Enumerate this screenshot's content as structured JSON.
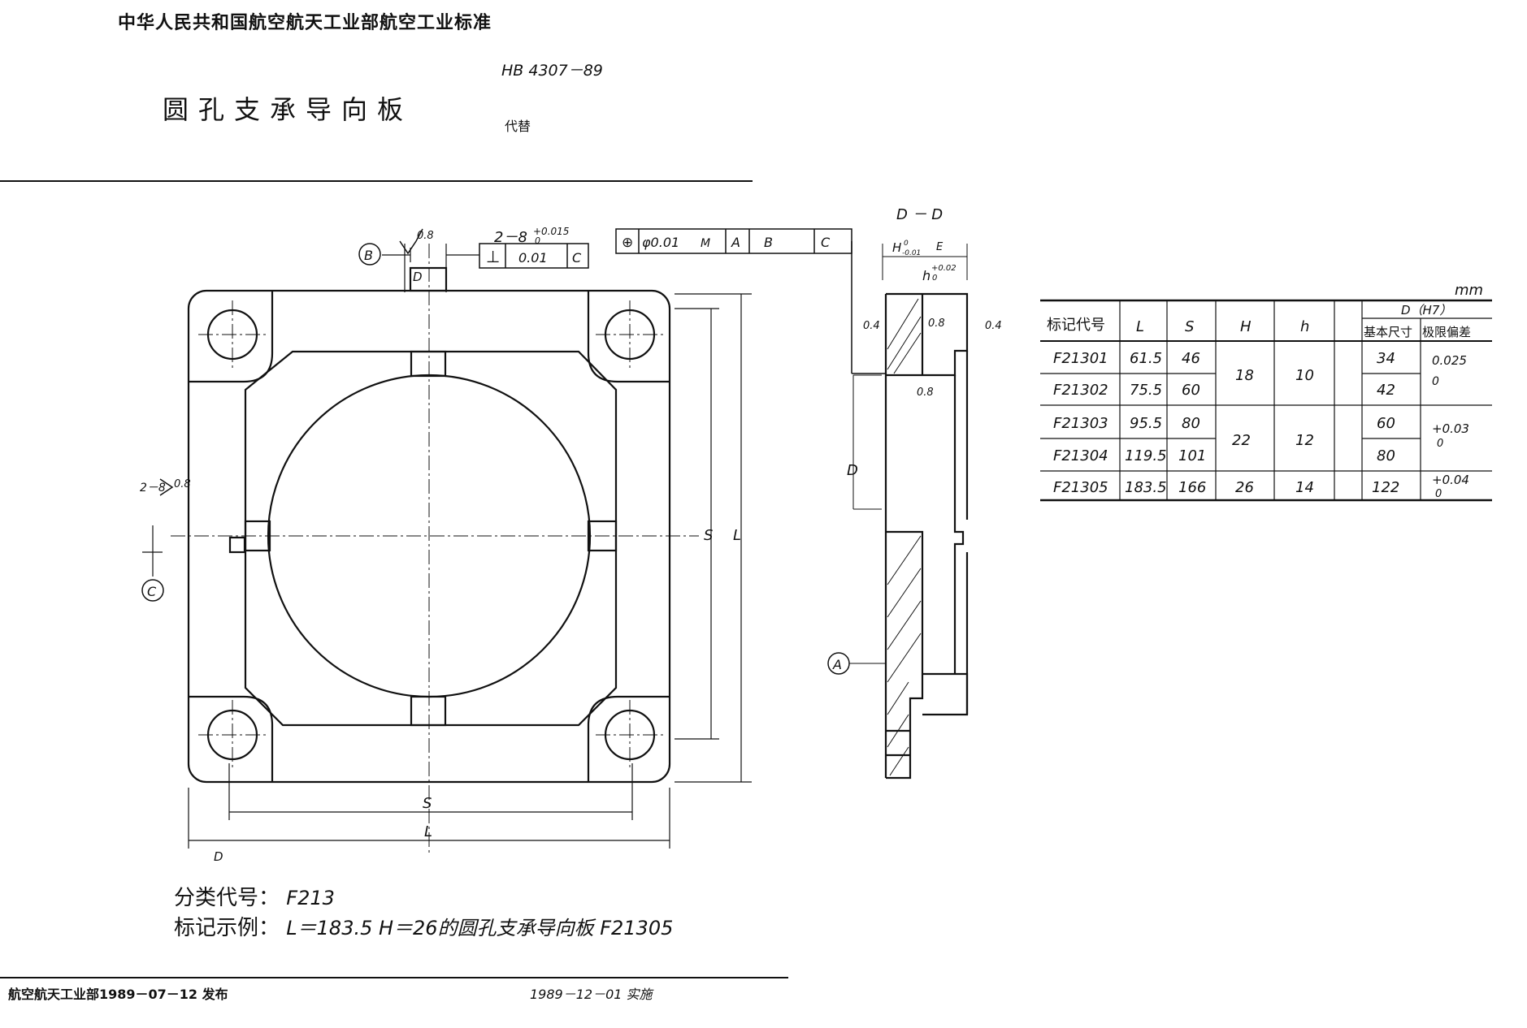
{
  "header": {
    "org": "中华人民共和国航空航天工业部航空工业标准",
    "standard_code": "HB 4307－89",
    "title": "圆孔支承导向板",
    "replaces": "代替"
  },
  "drawing": {
    "datum_b": "B",
    "datum_c": "C",
    "datum_a": "A",
    "roughness_08": "0.8",
    "roughness_04": "0.4",
    "hole_tol_top": "2－8",
    "hole_tol_sup": "+0.015",
    "hole_tol_sub": "0",
    "perp_symbol": "⊥",
    "perp_value": "0.01",
    "perp_datum": "C",
    "pos_value": "φ0.01",
    "pos_m": "M",
    "pos_a": "A",
    "pos_b": "B",
    "pos_c": "C",
    "dim_D": "D",
    "dim_S": "S",
    "dim_L": "L",
    "section_label": "D － D",
    "h_tol": "H",
    "h_tol_sub": "-0.01",
    "h_tol_sup": "0",
    "e_mark": "E",
    "small_h": "h",
    "small_h_sup": "+0.02",
    "small_h_sub": "0"
  },
  "table": {
    "unit": "mm",
    "headers": {
      "code": "标记代号",
      "L": "L",
      "S": "S",
      "H": "H",
      "h": "h",
      "D_group": "D（H7）",
      "D_basic": "基本尺寸",
      "D_dev": "极限偏差"
    },
    "rows": [
      {
        "code": "F21301",
        "L": "61.5",
        "S": "46",
        "D": "34"
      },
      {
        "code": "F21302",
        "L": "75.5",
        "S": "60",
        "D": "42"
      },
      {
        "code": "F21303",
        "L": "95.5",
        "S": "80",
        "D": "60"
      },
      {
        "code": "F21304",
        "L": "119.5",
        "S": "101",
        "D": "80"
      },
      {
        "code": "F21305",
        "L": "183.5",
        "S": "166",
        "D": "122"
      }
    ],
    "merged_H": [
      "18",
      "22",
      "26"
    ],
    "merged_h": [
      "10",
      "12",
      "14"
    ],
    "merged_dev": [
      {
        "upper": "0.025",
        "lower": "0"
      },
      {
        "upper": "+0.03",
        "lower": "0"
      },
      {
        "upper": "+0.04",
        "lower": "0"
      }
    ]
  },
  "notes": {
    "class_label": "分类代号：",
    "class_value": "F213",
    "mark_label": "标记示例：",
    "mark_value": "L＝183.5  H＝26的圆孔支承导向板  F21305"
  },
  "footer": {
    "issue": "航空航天工业部1989－07－12 发布",
    "implement": "1989－12－01    实施"
  }
}
